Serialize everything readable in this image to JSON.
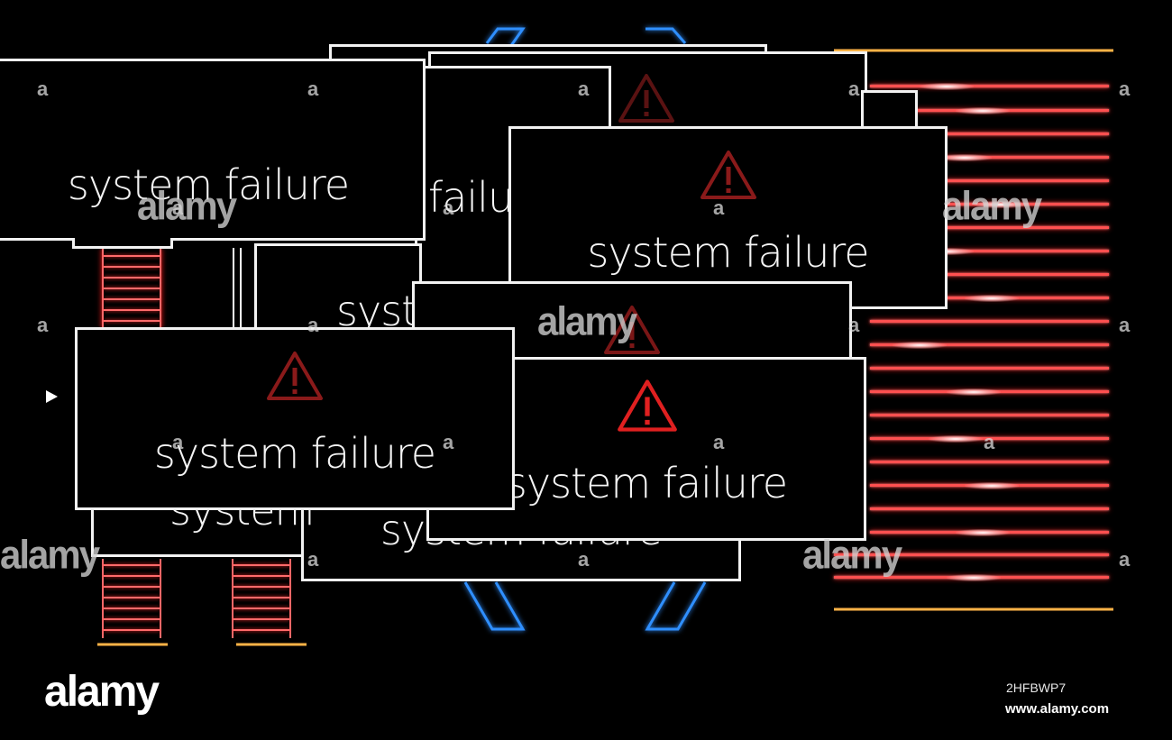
{
  "popups": {
    "p1_text": "system failure",
    "p2_text": "failure",
    "p3_text": "system failure",
    "p4_text": "syst",
    "p5_text": "system failure",
    "p6_text": "system failure",
    "p7_text": "system",
    "p8_text": "system failure"
  },
  "watermark": {
    "small": "a",
    "big": "alamy",
    "logo": "alamy",
    "id": "2HFBWP7",
    "url": "www.alamy.com"
  },
  "colors": {
    "warning_red": "#e02020",
    "neon_blue": "#2f8fff",
    "laser_red": "#ff5050",
    "amber": "#ffaa33"
  }
}
